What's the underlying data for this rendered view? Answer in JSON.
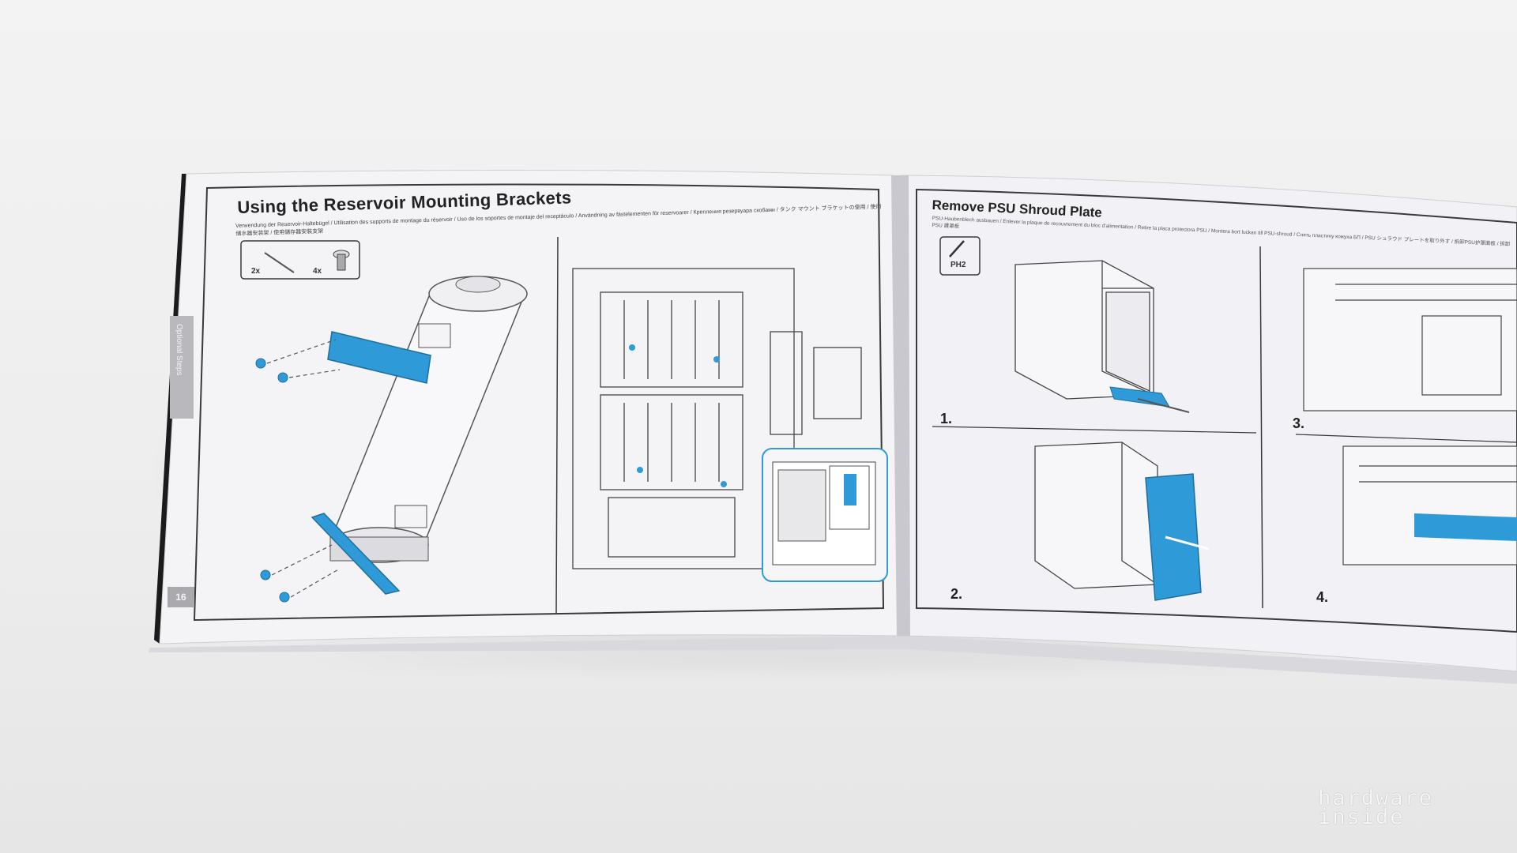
{
  "left_page": {
    "title": "Using the Reservoir Mounting Brackets",
    "subtitle": "Verwendung der Reservoir-Haltebügel / Utilisation des supports de montage du réservoir / Uso de los soportes de montaje del receptáculo / Användning av fästelementen för reservoarer / Крепления резервуара скобами / タンク マウント ブラケットの使用 / 使用储水器安装架 / 使用儲存器安裝支架",
    "parts": [
      {
        "qty": "2x",
        "icon": "screwdriver-part-icon"
      },
      {
        "qty": "4x",
        "icon": "screw-part-icon"
      }
    ],
    "side_tab": "Optional Steps",
    "page_number": "16"
  },
  "right_page": {
    "title": "Remove PSU Shroud Plate",
    "subtitle": "PSU-Haubenblech ausbauen / Enlever la plaque de recouvrement du bloc d'alimentation / Retire la placa protectora PSU / Montera bort luckan till PSU-shroud / Снять пластину кожуха БП / PSU シュラウド プレートを取り外す / 拆卸PSU护罩面板 / 拆卸 PSU 護罩板",
    "tool": "PH2",
    "steps": [
      "1.",
      "2.",
      "3.",
      "4."
    ]
  },
  "watermark": {
    "line1": "hardware",
    "line2": "inside"
  },
  "colors": {
    "accent_blue": "#2f9ad8",
    "page": "#f5f5f8",
    "line": "#3a3a3a"
  }
}
